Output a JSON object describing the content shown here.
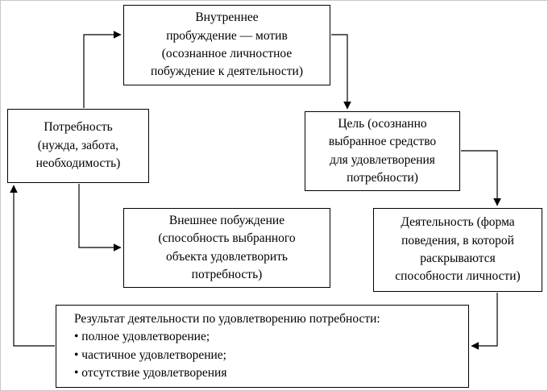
{
  "page": {
    "background_color": "#ffffff",
    "line_color": "#000000",
    "box_border_color": "#000000"
  },
  "boxes": {
    "inner_motive": {
      "lines": [
        "Внутреннее",
        "пробуждение — мотив",
        "(осознанное личностное",
        "побуждение к деятельности)"
      ]
    },
    "need": {
      "lines": [
        "Потребность",
        "(нужда, забота,",
        "необходимость)"
      ]
    },
    "goal": {
      "lines": [
        "Цель (осознанно",
        "выбранное средство",
        "для удовлетворения",
        "потребности)"
      ]
    },
    "external_motive": {
      "lines": [
        "Внешнее побуждение",
        "(способность выбранного",
        "объекта удовлетворить",
        "потребность)"
      ]
    },
    "activity": {
      "lines": [
        "Деятельность (форма",
        "поведения, в которой",
        "раскрываются",
        "способности личности)"
      ]
    },
    "result": {
      "lines": [
        "Результат деятельности по удовлетворению потребности:",
        "•  полное удовлетворение;",
        "•  частичное удовлетворение;",
        "•  отсутствие удовлетворения"
      ]
    }
  }
}
